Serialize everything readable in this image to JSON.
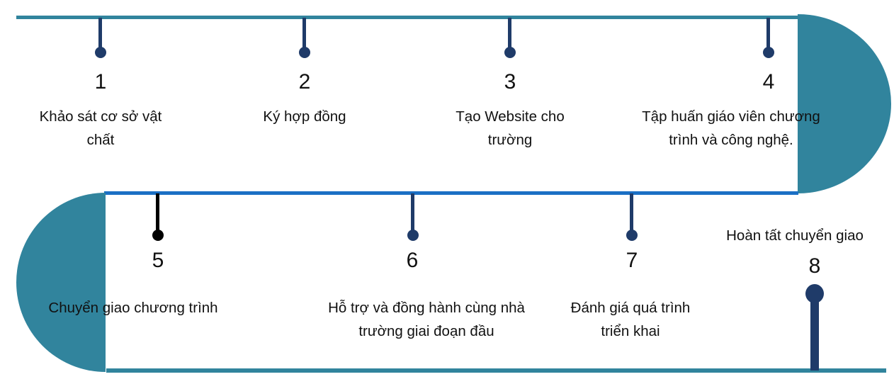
{
  "colors": {
    "teal": "#31849D",
    "blue": "#1B6FC4",
    "navy": "#1F3B69",
    "marker_black": "#000000",
    "text": "#111111"
  },
  "steps": [
    {
      "number": "1",
      "lines": [
        "Khảo sát cơ sở vật",
        "chất"
      ]
    },
    {
      "number": "2",
      "lines": [
        "Ký hợp đồng"
      ]
    },
    {
      "number": "3",
      "lines": [
        "Tạo Website cho",
        "trường"
      ]
    },
    {
      "number": "4",
      "lines": [
        "Tập huấn giáo viên chương",
        "trình và công nghệ."
      ]
    },
    {
      "number": "5",
      "lines": [
        "Chuyển giao chương trình"
      ]
    },
    {
      "number": "6",
      "lines": [
        "Hỗ trợ và đồng hành cùng nhà",
        "trường giai đoạn đầu"
      ]
    },
    {
      "number": "7",
      "lines": [
        "Đánh giá quá trình",
        "triển khai"
      ]
    },
    {
      "number": "8",
      "lines": [
        "Hoàn tất chuyển giao"
      ]
    }
  ]
}
